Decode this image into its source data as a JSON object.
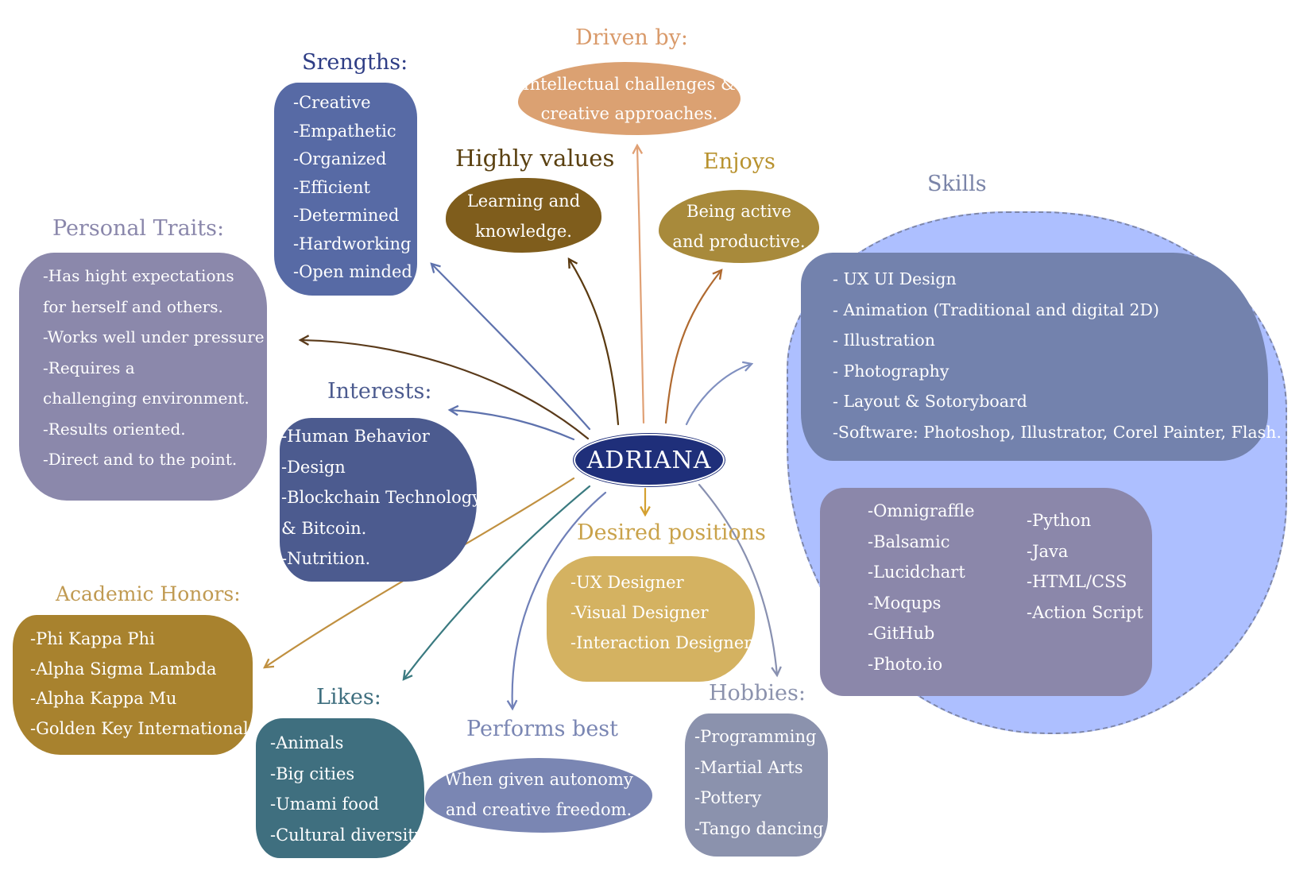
{
  "colors": {
    "strengths": "#576aa5",
    "traits": "#8b88ab",
    "interests": "#4c5b8f",
    "academic": "#a8822e",
    "likes": "#3f6f7f",
    "performs": "#7a86b3",
    "hobbies": "#8b92ad",
    "desired": "#d4b261",
    "driven": "#dba172",
    "values": "#7f5d1c",
    "enjoys": "#a88a3b",
    "skills_outer": "#adbfff",
    "skills_top": "#7382ad",
    "skills_bottom": "#8b87aa",
    "center": "#1f2f7a"
  },
  "center": {
    "label": "ADRIANA"
  },
  "driven": {
    "title": "Driven by:",
    "lines": [
      "Intellectual challenges &",
      "creative approaches."
    ]
  },
  "values": {
    "title": "Highly values",
    "lines": [
      "Learning and",
      "knowledge."
    ]
  },
  "enjoys": {
    "title": "Enjoys",
    "lines": [
      "Being active",
      "and productive."
    ]
  },
  "strengths": {
    "title": "Srengths:",
    "lines": [
      "-Creative",
      "-Empathetic",
      "-Organized",
      "-Efficient",
      "-Determined",
      "-Hardworking",
      "-Open minded"
    ]
  },
  "traits": {
    "title": "Personal Traits:",
    "lines": [
      "-Has hight expectations",
      "for herself and others.",
      "-Works well under pressure",
      "-Requires a",
      "challenging environment.",
      "-Results oriented.",
      "-Direct and to the point."
    ]
  },
  "interests": {
    "title": "Interests:",
    "lines": [
      "-Human Behavior",
      "-Design",
      "-Blockchain Technology",
      "& Bitcoin.",
      "-Nutrition."
    ]
  },
  "academic": {
    "title": "Academic Honors:",
    "lines": [
      "-Phi Kappa Phi",
      "-Alpha Sigma Lambda",
      "-Alpha Kappa Mu",
      "-Golden Key International"
    ]
  },
  "likes": {
    "title": "Likes:",
    "lines": [
      "-Animals",
      "-Big cities",
      "-Umami food",
      "-Cultural diversity"
    ]
  },
  "performs": {
    "title": "Performs best",
    "lines": [
      "When given autonomy",
      "and creative freedom."
    ]
  },
  "desired": {
    "title": "Desired positions",
    "lines": [
      "-UX Designer",
      "-Visual Designer",
      "-Interaction Designer"
    ]
  },
  "hobbies": {
    "title": "Hobbies:",
    "lines": [
      "-Programming",
      "-Martial Arts",
      "-Pottery",
      "-Tango dancing"
    ]
  },
  "skills": {
    "title": "Skills",
    "lines": [
      "- UX UI Design",
      "- Animation (Traditional and digital 2D)",
      "- Illustration",
      "- Photography",
      "- Layout & Sotoryboard",
      "-Software: Photoshop, Illustrator, Corel Painter, Flash."
    ],
    "tools_left": [
      "-Omnigraffle",
      "-Balsamic",
      "-Lucidchart",
      "-Moqups",
      "-GitHub",
      "-Photo.io"
    ],
    "tools_right": [
      "-Python",
      "-Java",
      "-HTML/CSS",
      "-Action Script"
    ]
  }
}
